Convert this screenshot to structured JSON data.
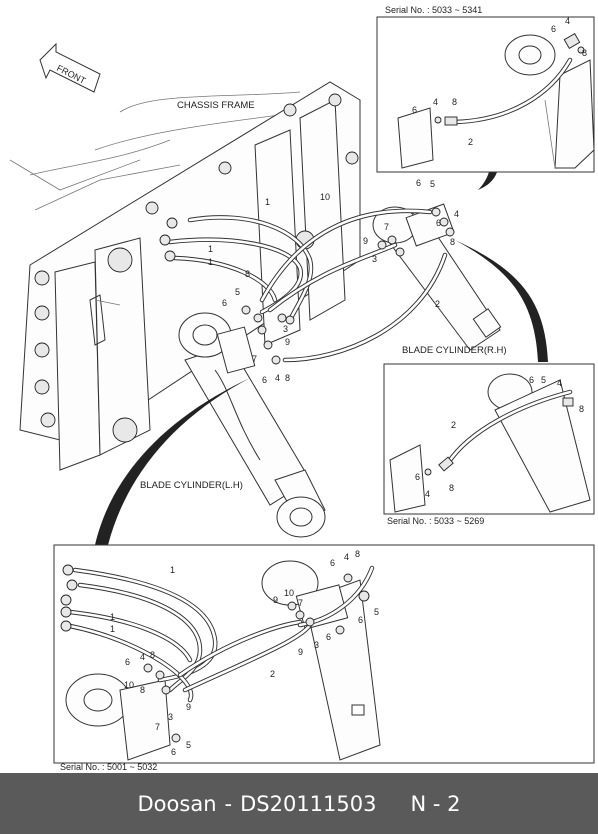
{
  "labels": {
    "front": "FRONT",
    "chassis_frame": "CHASSIS FRAME",
    "blade_cylinder_rh": "BLADE CYLINDER(R.H)",
    "blade_cylinder_lh": "BLADE CYLINDER(L.H)"
  },
  "insets": {
    "top_right_serial": "Serial No. : 5033 ~ 5341",
    "middle_right_serial": "Serial No. : 5033 ~ 5269",
    "bottom_serial": "Serial No. : 5001 ~ 5032"
  },
  "callouts": [
    "1",
    "2",
    "3",
    "4",
    "5",
    "6",
    "7",
    "8",
    "9",
    "10"
  ],
  "footer": {
    "brand": "Doosan",
    "separator": "-",
    "part_code": "DS20111503",
    "page": "N - 2"
  },
  "colors": {
    "line": "#333333",
    "footer_bg": "#5a5a5a",
    "footer_text": "#ffffff"
  }
}
